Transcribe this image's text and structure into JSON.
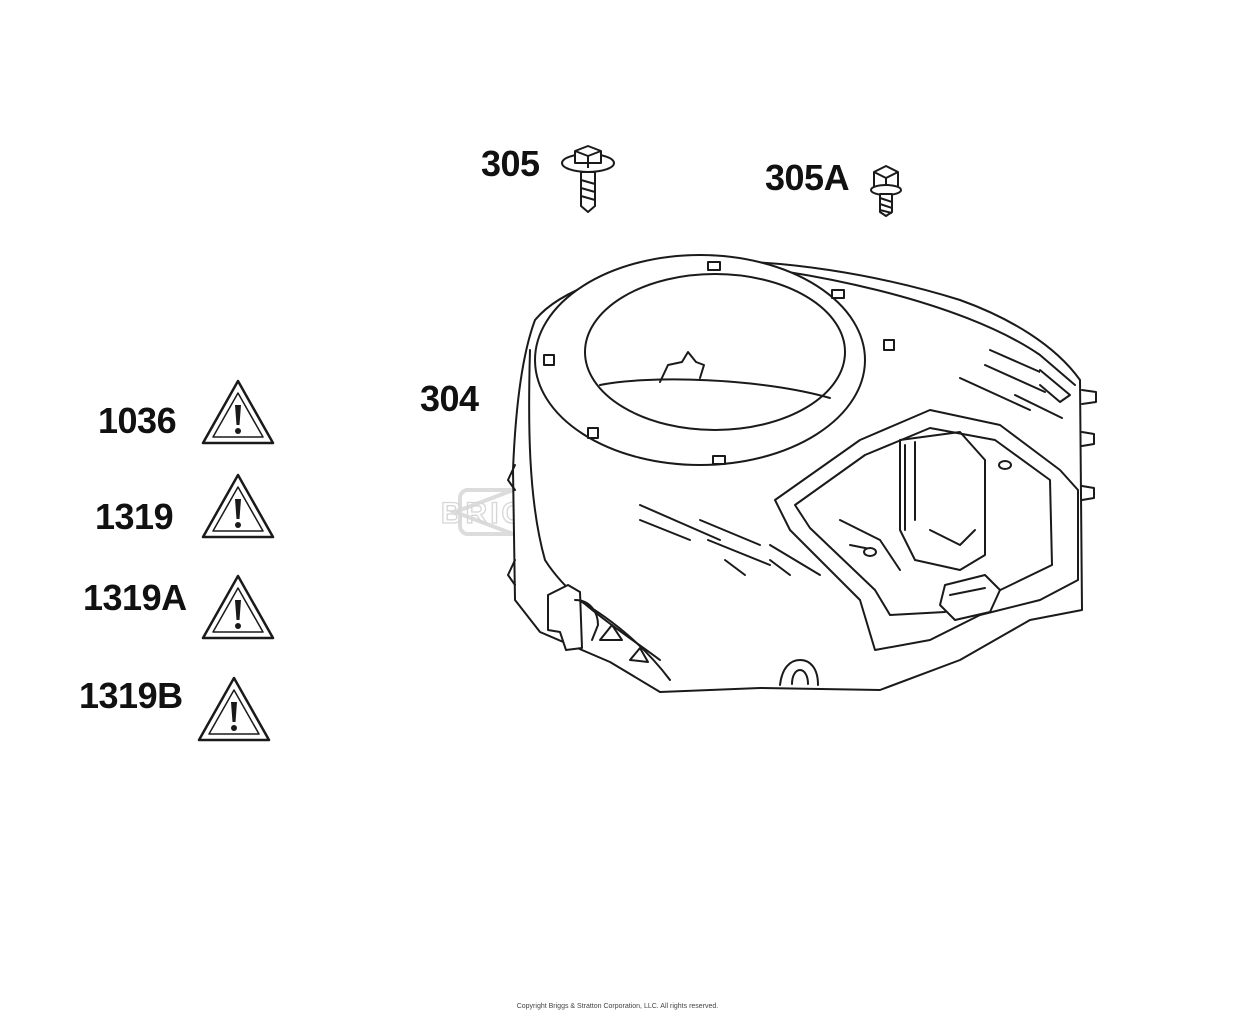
{
  "callouts": {
    "part_305": "305",
    "part_305a": "305A",
    "part_304": "304",
    "part_1036": "1036",
    "part_1319": "1319",
    "part_1319a": "1319A",
    "part_1319b": "1319B"
  },
  "watermark": {
    "brand": "BRIGGS & STRATTON"
  },
  "footer": {
    "copyright": "Copyright Briggs & Stratton Corporation, LLC. All rights reserved."
  },
  "colors": {
    "line": "#1a1a1a",
    "watermark": "#d9d9d9",
    "warning_fill": "#ffffff"
  }
}
